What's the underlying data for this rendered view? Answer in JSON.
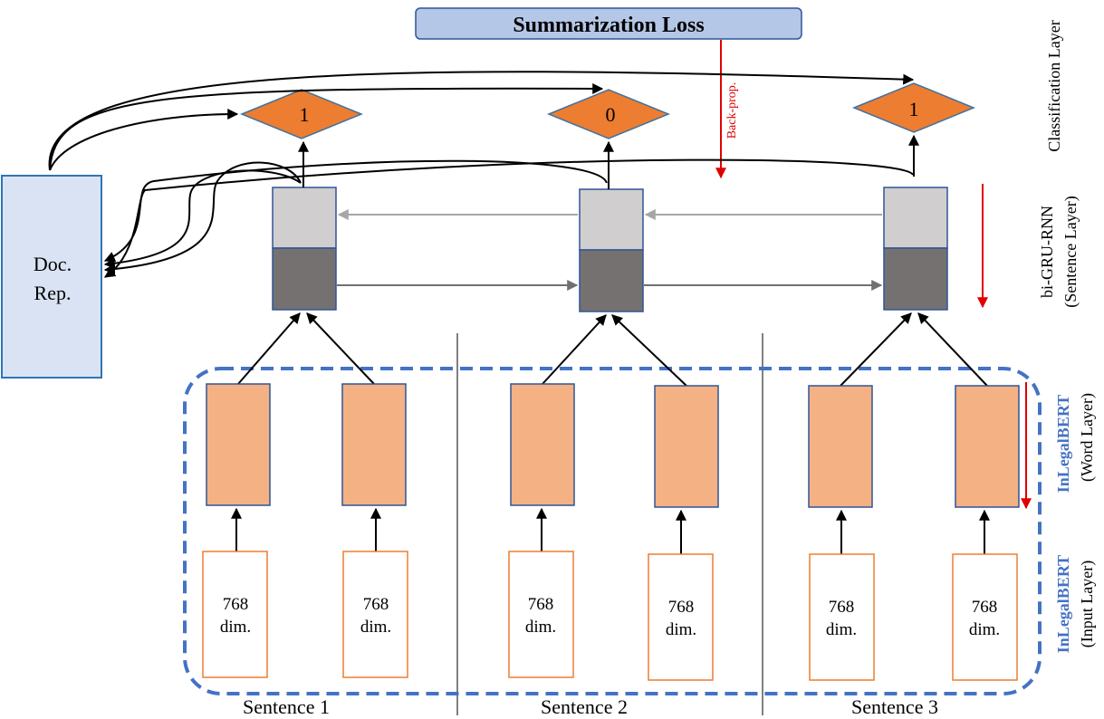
{
  "title": "Summarization Loss",
  "backprop_label": "Back-prop.",
  "doc_rep": {
    "line1": "Doc.",
    "line2": "Rep."
  },
  "layers": {
    "classification": "Classification Layer",
    "sentence_line1": "bi-GRU-RNN",
    "sentence_line2": "(Sentence Layer)",
    "word_line1": "InLegalBERT",
    "word_line2": "(Word  Layer)",
    "input_line1": "InLegalBERT",
    "input_line2": "(Input  Layer)"
  },
  "classification_outputs": [
    "1",
    "0",
    "1"
  ],
  "sentences": [
    {
      "label": "Sentence 1",
      "tokens": [
        {
          "line1": "768",
          "line2": "dim."
        },
        {
          "line1": "768",
          "line2": "dim."
        }
      ]
    },
    {
      "label": "Sentence 2",
      "tokens": [
        {
          "line1": "768",
          "line2": "dim."
        },
        {
          "line1": "768",
          "line2": "dim."
        }
      ]
    },
    {
      "label": "Sentence 3",
      "tokens": [
        {
          "line1": "768",
          "line2": "dim."
        },
        {
          "line1": "768",
          "line2": "dim."
        }
      ]
    }
  ],
  "colors": {
    "title_fill": "#b4c7e7",
    "title_stroke": "#2f5597",
    "doc_fill": "#dae3f3",
    "doc_stroke": "#2e75b6",
    "diamond": "#ed7d31",
    "diamond_stroke": "#41719c",
    "gru_top": "#d0cece",
    "gru_bottom": "#767171",
    "gru_stroke": "#2f5597",
    "word_fill": "#f4b183",
    "word_stroke": "#2f5597",
    "input_stroke": "#ed7d31",
    "dashed_border": "#4472c4",
    "label_blue": "#4472c4",
    "backprop_red": "#e00000"
  }
}
